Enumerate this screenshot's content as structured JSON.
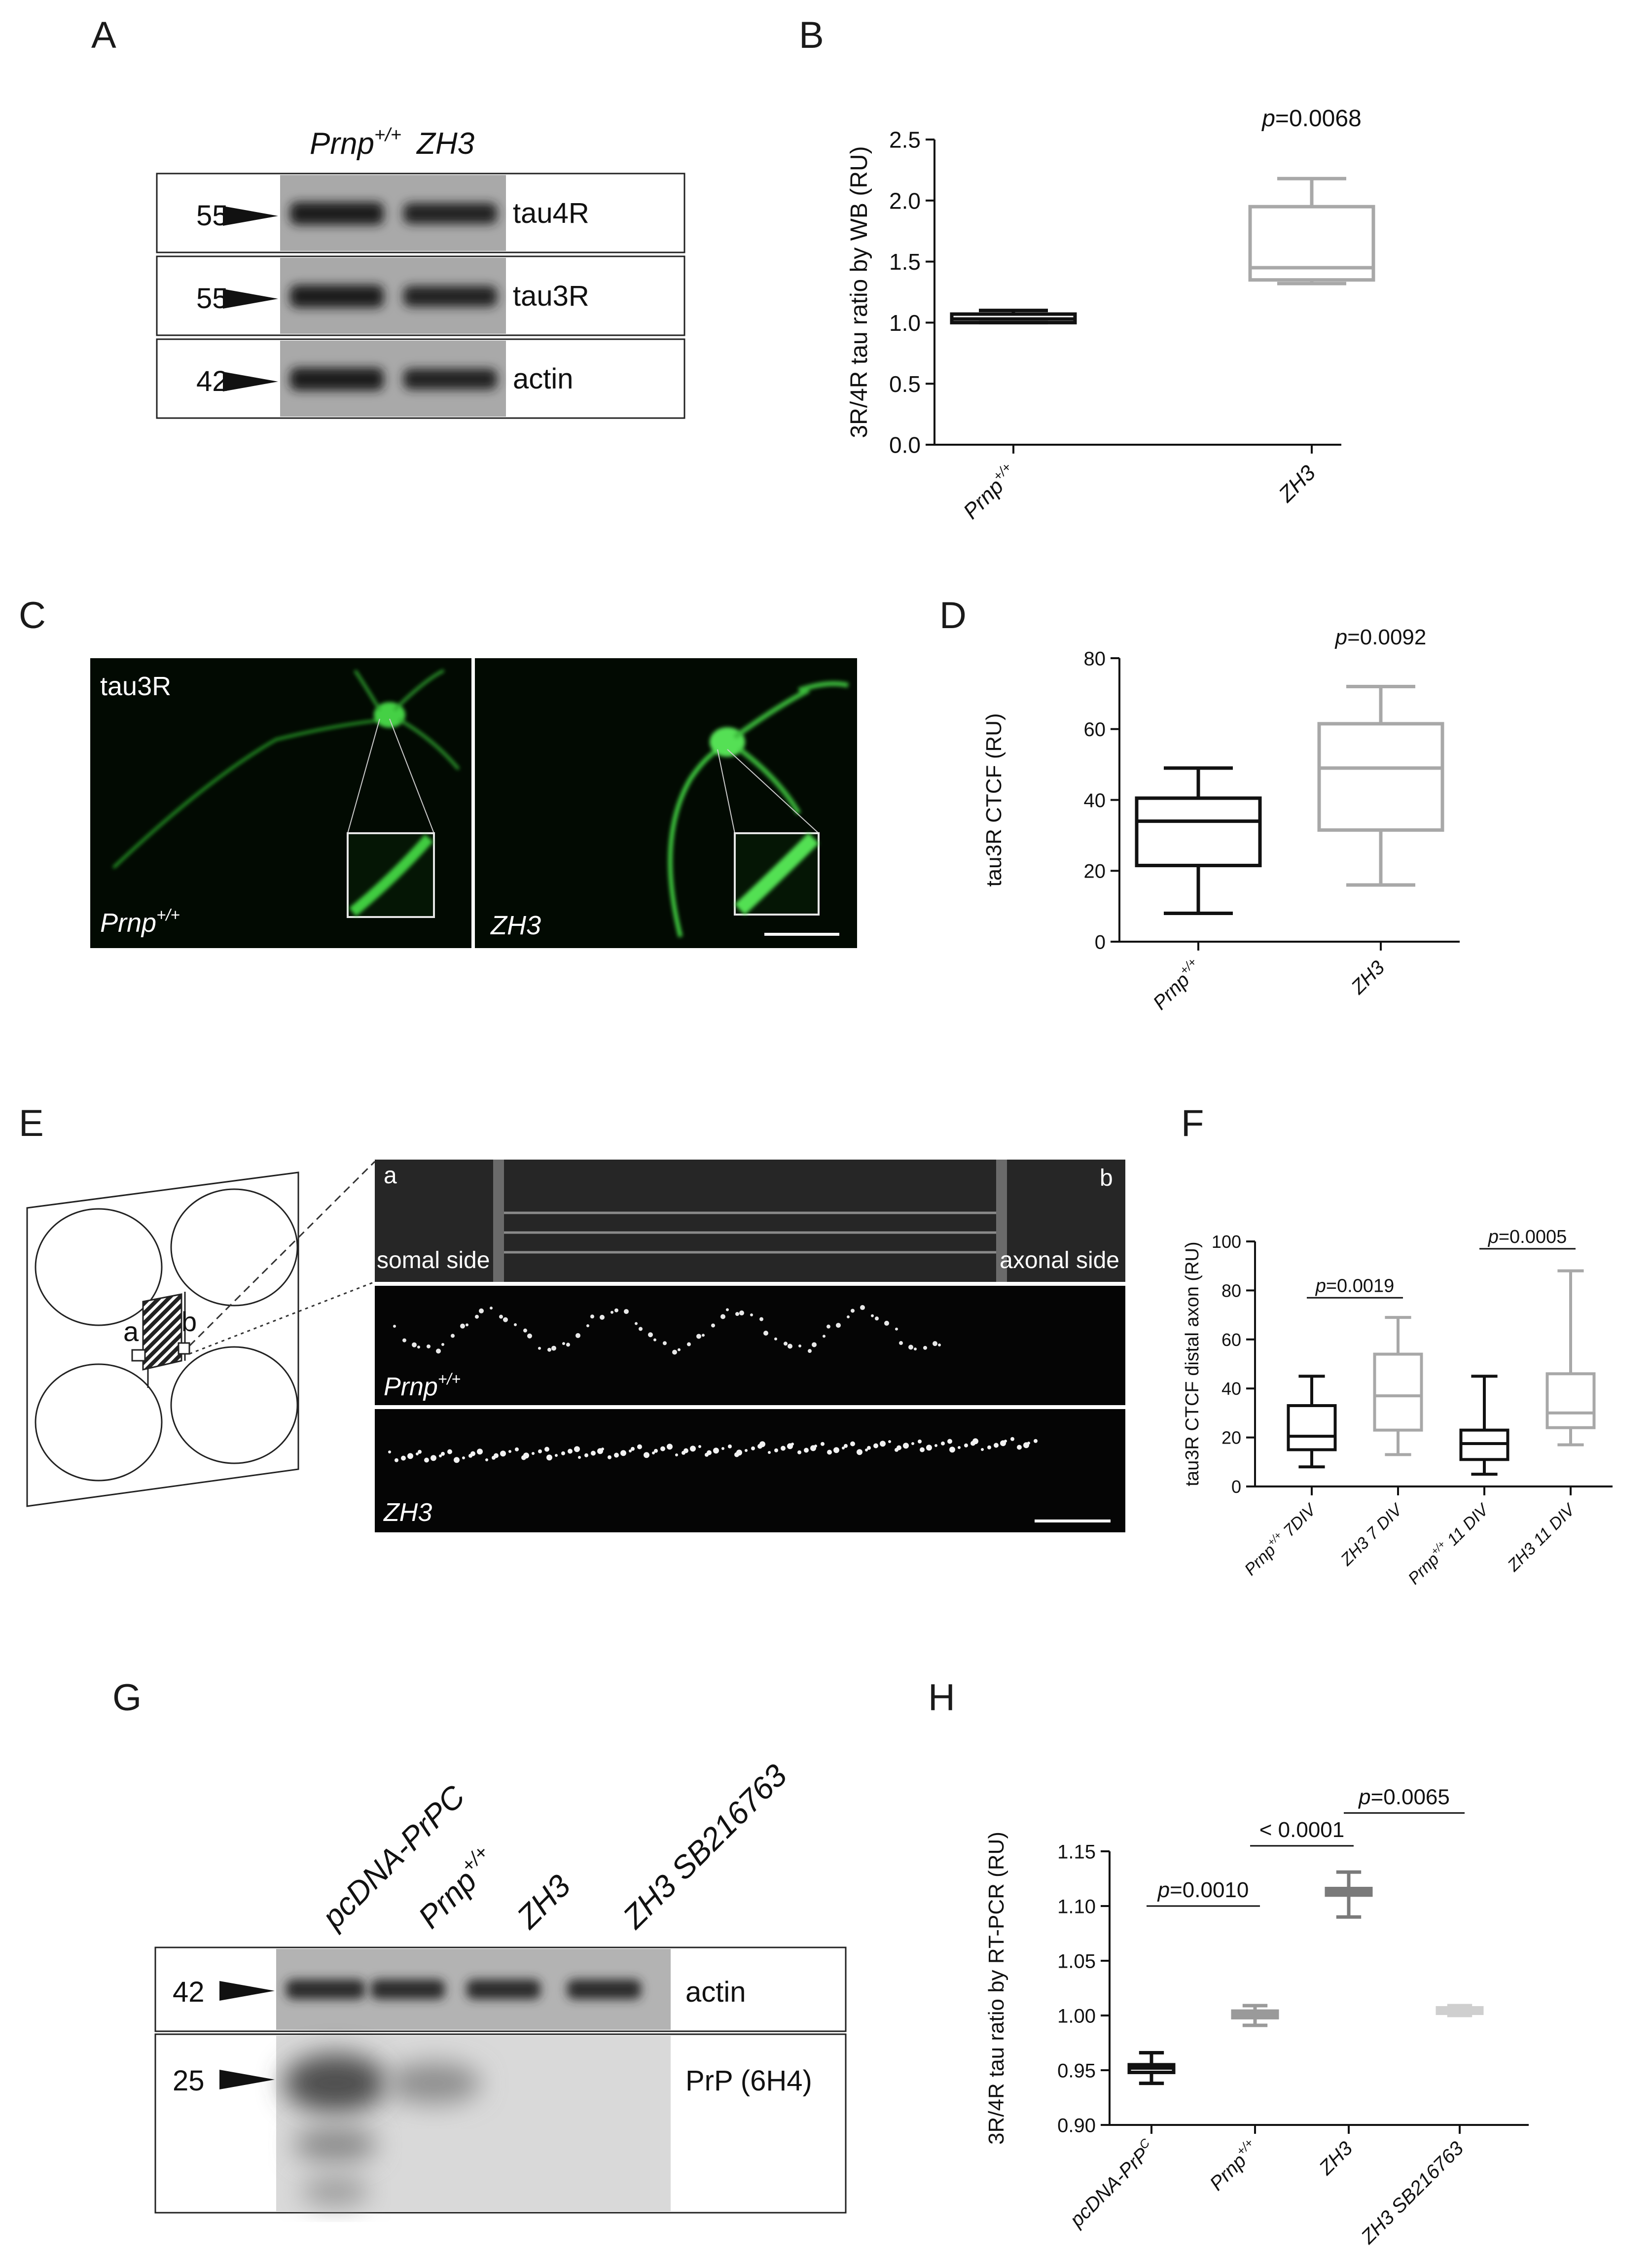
{
  "panels": {
    "A": "A",
    "B": "B",
    "C": "C",
    "D": "D",
    "E": "E",
    "F": "F",
    "G": "G",
    "H": "H"
  },
  "blot_A": {
    "lanes": [
      {
        "main": "Prnp",
        "sup": "+/+"
      },
      {
        "main": "ZH3",
        "sup": ""
      }
    ],
    "rows": [
      {
        "marker": "55",
        "label": "tau4R"
      },
      {
        "marker": "55",
        "label": "tau3R"
      },
      {
        "marker": "42",
        "label": "actin"
      }
    ]
  },
  "micro_C": {
    "stain": "tau3R",
    "left": {
      "main": "Prnp",
      "sup": "+/+"
    },
    "right": {
      "main": "ZH3",
      "sup": ""
    }
  },
  "micro_E": {
    "top_left_letter": "a",
    "top_right_letter": "b",
    "somal": "somal side",
    "axonal": "axonal side",
    "mid": {
      "main": "Prnp",
      "sup": "+/+"
    },
    "bottom": {
      "main": "ZH3",
      "sup": ""
    },
    "diagram_a": "a",
    "diagram_b": "b"
  },
  "blot_G": {
    "lanes": [
      {
        "main": "pcDNA-PrPC",
        "sup": ""
      },
      {
        "main": "Prnp",
        "sup": "+/+"
      },
      {
        "main": "ZH3",
        "sup": ""
      },
      {
        "main": "ZH3  SB216763",
        "sup": ""
      }
    ],
    "rows": [
      {
        "marker": "42",
        "label": "actin"
      },
      {
        "marker": "25",
        "label": "PrP (6H4)"
      }
    ]
  },
  "chart_data": [
    {
      "id": "B",
      "type": "box",
      "ylabel": "3R/4R tau ratio by WB (RU)",
      "ylim": [
        0,
        2.5
      ],
      "yticks": [
        0.0,
        0.5,
        1.0,
        1.5,
        2.0,
        2.5
      ],
      "ytick_labels": [
        "0.0",
        "0.5",
        "1.0",
        "1.5",
        "2.0",
        "2.5"
      ],
      "categories": [
        {
          "main": "Prnp",
          "sup": "+/+"
        },
        {
          "main": "ZH3",
          "sup": ""
        }
      ],
      "boxes": [
        {
          "min": 1.0,
          "q1": 1.0,
          "median": 1.03,
          "q3": 1.07,
          "max": 1.1,
          "color": "#111111"
        },
        {
          "min": 1.32,
          "q1": 1.35,
          "median": 1.45,
          "q3": 1.95,
          "max": 2.18,
          "color": "#a8a8a8"
        }
      ],
      "annotations": [
        {
          "text": "p=0.0068",
          "from": 1,
          "to": 1,
          "y": 2.52,
          "bar": false
        }
      ]
    },
    {
      "id": "D",
      "type": "box",
      "ylabel": "tau3R CTCF (RU)",
      "ylim": [
        0,
        80
      ],
      "yticks": [
        0,
        20,
        40,
        60,
        80
      ],
      "ytick_labels": [
        "0",
        "20",
        "40",
        "60",
        "80"
      ],
      "categories": [
        {
          "main": "Prnp",
          "sup": "+/+"
        },
        {
          "main": "ZH3",
          "sup": ""
        }
      ],
      "boxes": [
        {
          "min": 8,
          "q1": 21.5,
          "median": 34,
          "q3": 40.5,
          "max": 49,
          "color": "#111111"
        },
        {
          "min": 16,
          "q1": 31.5,
          "median": 49,
          "q3": 61.5,
          "max": 72,
          "color": "#a8a8a8"
        }
      ],
      "annotations": [
        {
          "text": "p=0.0092",
          "from": 1,
          "to": 1,
          "y": 80,
          "bar": false
        }
      ]
    },
    {
      "id": "F",
      "type": "box",
      "ylabel": "tau3R CTCF distal axon  (RU)",
      "ylim": [
        0,
        100
      ],
      "yticks": [
        0,
        20,
        40,
        60,
        80,
        100
      ],
      "ytick_labels": [
        "0",
        "20",
        "40",
        "60",
        "80",
        "100"
      ],
      "categories": [
        {
          "main": "Prnp",
          "sup": "+/+",
          "tail": " 7DIV"
        },
        {
          "main": "ZH3 7 DIV",
          "sup": "",
          "tail": ""
        },
        {
          "main": "Prnp",
          "sup": "+/+",
          "tail": " 11 DIV"
        },
        {
          "main": "ZH3 11 DIV",
          "sup": "",
          "tail": ""
        }
      ],
      "boxes": [
        {
          "min": 8,
          "q1": 15,
          "median": 20.5,
          "q3": 33,
          "max": 45,
          "color": "#111111"
        },
        {
          "min": 13,
          "q1": 23,
          "median": 37,
          "q3": 54,
          "max": 69,
          "color": "#a8a8a8"
        },
        {
          "min": 5,
          "q1": 11,
          "median": 17.5,
          "q3": 23,
          "max": 45,
          "color": "#111111"
        },
        {
          "min": 17,
          "q1": 24,
          "median": 30,
          "q3": 46,
          "max": 88,
          "color": "#a8a8a8"
        }
      ],
      "annotations": [
        {
          "text": "p=0.0019",
          "from": 0,
          "to": 1,
          "y": 77,
          "bar": true
        },
        {
          "text": "p=0.0005",
          "from": 2,
          "to": 3,
          "y": 97,
          "bar": true
        }
      ]
    },
    {
      "id": "H",
      "type": "box",
      "ylabel": "3R/4R tau ratio by RT-PCR (RU)",
      "ylim": [
        0.9,
        1.15
      ],
      "yticks": [
        0.9,
        0.95,
        1.0,
        1.05,
        1.1,
        1.15
      ],
      "ytick_labels": [
        "0.90",
        "0.95",
        "1.00",
        "1.05",
        "1.10",
        "1.15"
      ],
      "categories": [
        {
          "main": "pcDNA-PrP",
          "sup": "C",
          "tail": ""
        },
        {
          "main": "Prnp",
          "sup": "+/+",
          "tail": ""
        },
        {
          "main": "ZH3",
          "sup": "",
          "tail": ""
        },
        {
          "main": "ZH3 SB216763",
          "sup": "",
          "tail": ""
        }
      ],
      "boxes": [
        {
          "min": 0.938,
          "q1": 0.948,
          "median": 0.952,
          "q3": 0.955,
          "max": 0.966,
          "color": "#111111"
        },
        {
          "min": 0.991,
          "q1": 0.998,
          "median": 1.001,
          "q3": 1.004,
          "max": 1.009,
          "color": "#9a9a9a"
        },
        {
          "min": 1.09,
          "q1": 1.11,
          "median": 1.113,
          "q3": 1.116,
          "max": 1.131,
          "color": "#7a7a7a"
        },
        {
          "min": 1.0,
          "q1": 1.002,
          "median": 1.005,
          "q3": 1.007,
          "max": 1.009,
          "color": "#cfcfcf"
        }
      ],
      "annotations": [
        {
          "text": "p=0.0010",
          "from": 0,
          "to": 1,
          "y": 1.1,
          "bar": true
        },
        {
          "text": "< 0.0001",
          "from": 1,
          "to": 2,
          "y": 1.155,
          "bar": true
        },
        {
          "text": "p=0.0065",
          "from": 2,
          "to": 3,
          "y": 1.185,
          "bar": true
        }
      ]
    }
  ]
}
